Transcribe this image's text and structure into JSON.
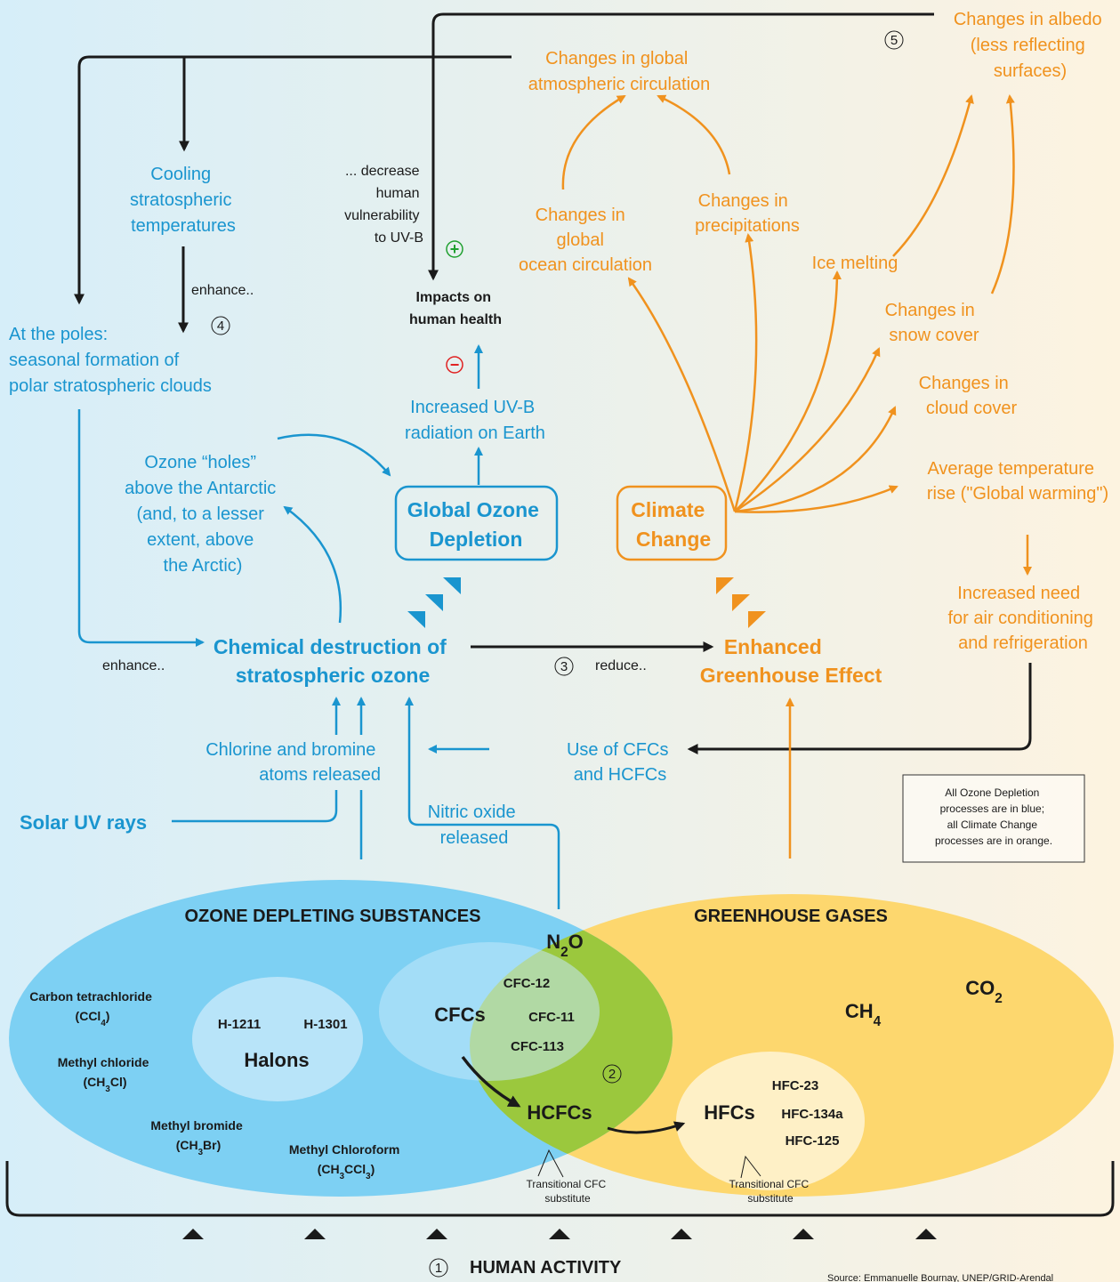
{
  "colors": {
    "ozone_blue": "#1a95cf",
    "climate_orange": "#f0921e",
    "ods_ellipse": "#7dd0f3",
    "ghg_ellipse": "#fdd76e",
    "overlap_green": "#9bc83d",
    "background_left": "#d6eef9",
    "background_right": "#fdf3e0"
  },
  "top": {
    "albedo": [
      "Changes in albedo",
      "(less reflecting",
      "surfaces)"
    ],
    "global_circulation": [
      "Changes in global",
      "atmospheric circulation"
    ],
    "num5": "5"
  },
  "left_column": {
    "cooling": [
      "Cooling",
      "stratospheric",
      "temperatures"
    ],
    "enhance_top": "enhance..",
    "num4": "4",
    "poles": [
      "At the poles:",
      "seasonal formation of",
      "polar stratospheric clouds"
    ],
    "enhance_bottom": "enhance.."
  },
  "health": {
    "decrease": [
      "... decrease",
      "human",
      "vulnerability",
      "to UV-B"
    ],
    "plus": "+",
    "minus": "−",
    "impacts": [
      "Impacts on",
      "human health"
    ],
    "uvb": [
      "Increased UV-B",
      "radiation on Earth"
    ]
  },
  "ozone": {
    "holes": [
      "Ozone “holes”",
      "above the Antarctic",
      "(and, to a lesser",
      "extent, above",
      "the Arctic)"
    ],
    "depletion_box": [
      "Global Ozone",
      "Depletion"
    ],
    "destruction": [
      "Chemical destruction of",
      "stratospheric ozone"
    ],
    "chlorine": [
      "Chlorine and bromine",
      "atoms released"
    ],
    "solar": "Solar UV rays",
    "nitric": [
      "Nitric oxide",
      "released"
    ]
  },
  "climate": {
    "box": [
      "Climate",
      "Change"
    ],
    "ocean": [
      "Changes in",
      "global",
      "ocean circulation"
    ],
    "precip": [
      "Changes in",
      "precipitations"
    ],
    "ice": "Ice melting",
    "snow": [
      "Changes in",
      "snow cover"
    ],
    "cloud": [
      "Changes in",
      "cloud cover"
    ],
    "temp": [
      "Average temperature",
      "rise (\"Global warming\")"
    ],
    "aircon": [
      "Increased need",
      "for air conditioning",
      "and refrigeration"
    ],
    "greenhouse": [
      "Enhanced",
      "Greenhouse Effect"
    ],
    "cfc_use": [
      "Use of CFCs",
      "and HCFCs"
    ]
  },
  "middle": {
    "num3": "3",
    "reduce": "reduce.."
  },
  "legend_note": [
    "All Ozone Depletion",
    "processes are in blue;",
    "all Climate Change",
    "processes are in orange."
  ],
  "substances": {
    "ods_title": "OZONE DEPLETING SUBSTANCES",
    "ghg_title": "GREENHOUSE GASES",
    "ccl4": [
      "Carbon tetrachloride",
      "(CCl4)"
    ],
    "methyl_chloride": [
      "Methyl chloride",
      "(CH3Cl)"
    ],
    "methyl_bromide": [
      "Methyl bromide",
      "(CH3Br)"
    ],
    "methyl_chloroform": [
      "Methyl Chloroform",
      "(CH3CCl3)"
    ],
    "halons": "Halons",
    "h1211": "H-1211",
    "h1301": "H-1301",
    "cfcs": "CFCs",
    "cfc12": "CFC-12",
    "cfc11": "CFC-11",
    "cfc113": "CFC-113",
    "n2o": "N2O",
    "num2": "2",
    "hcfcs": "HCFCs",
    "hfcs": "HFCs",
    "hfc23": "HFC-23",
    "hfc134a": "HFC-134a",
    "hfc125": "HFC-125",
    "ch4": "CH4",
    "co2": "CO2",
    "transitional_1": [
      "Transitional CFC",
      "substitute"
    ],
    "transitional_2": [
      "Transitional CFC",
      "substitute"
    ]
  },
  "bottom": {
    "num1": "1",
    "human_activity": "HUMAN ACTIVITY",
    "source": "Source: Emmanuelle Bournay, UNEP/GRID-Arendal"
  }
}
